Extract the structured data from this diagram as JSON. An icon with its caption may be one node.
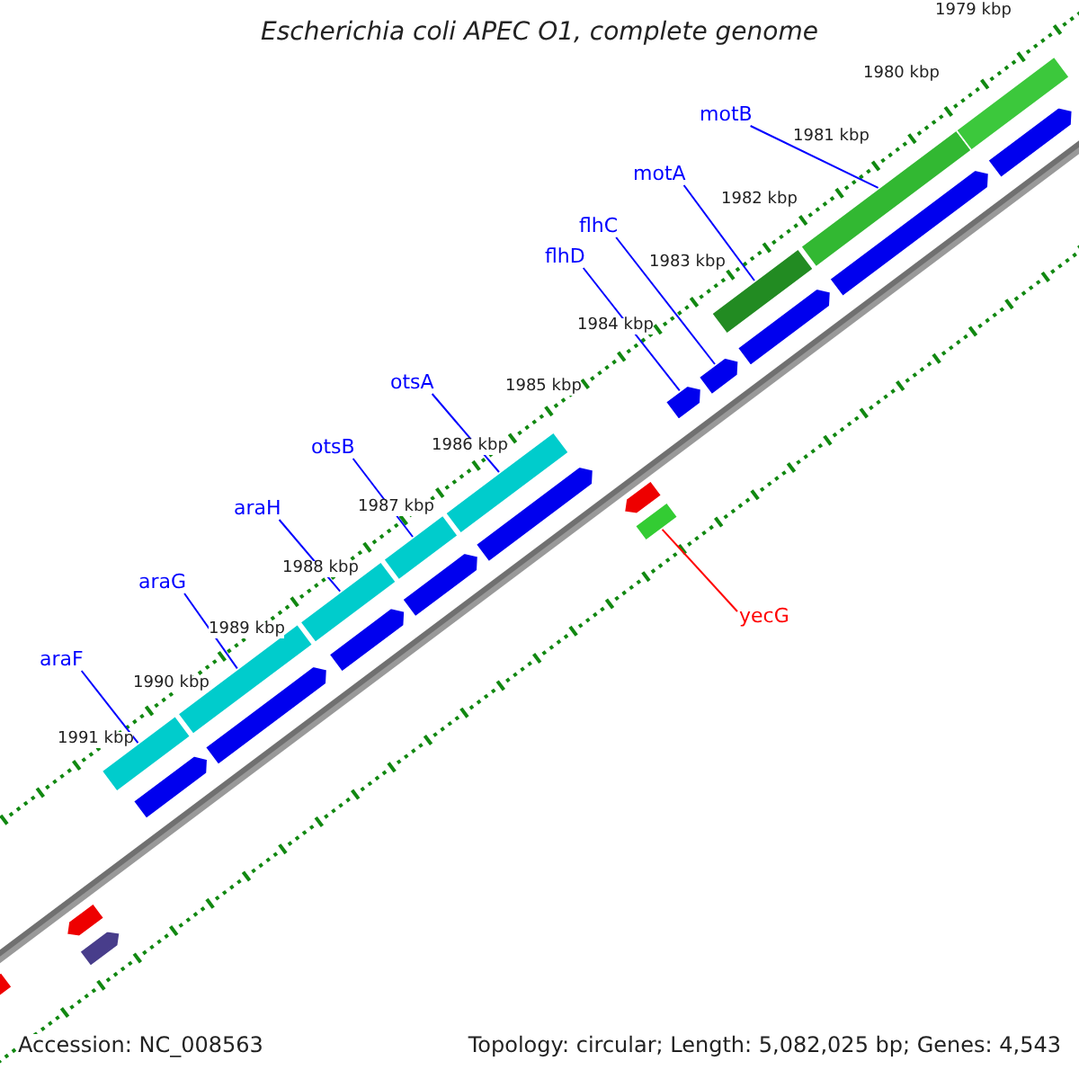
{
  "diagram": {
    "title": "Escherichia coli APEC O1, complete genome",
    "nodes": [
      {
        "text": [
          "motB"
        ]
      },
      {
        "text": [
          "motA"
        ]
      },
      {
        "text": [
          "flhC"
        ]
      },
      {
        "text": [
          "flhD"
        ]
      },
      {
        "text": [
          "otsA"
        ]
      },
      {
        "text": [
          "otsB"
        ]
      },
      {
        "text": [
          "araH"
        ]
      },
      {
        "text": [
          "araG"
        ]
      },
      {
        "text": [
          "araF"
        ]
      },
      {
        "text": [
          "yecG"
        ]
      },
      {
        "text": [],
        "shape": "bar"
      },
      {
        "text": [],
        "shape": "bar"
      },
      {
        "text": [],
        "shape": "bar"
      },
      {
        "text": [],
        "shape": "bar"
      },
      {
        "text": [],
        "shape": "bar"
      },
      {
        "text": [],
        "shape": "bar"
      },
      {
        "text": [],
        "shape": "bar"
      },
      {
        "text": [],
        "shape": "bar"
      },
      {
        "text": [],
        "shape": "bar"
      },
      {
        "text": [],
        "shape": "bar"
      },
      {
        "text": [],
        "shape": "bar"
      },
      {
        "text": [],
        "shape": "bar"
      },
      {
        "text": [],
        "shape": "bar"
      },
      {
        "text": [],
        "shape": "bar"
      },
      {
        "text": [],
        "shape": "bar"
      },
      {
        "text": [],
        "shape": "bar"
      },
      {
        "text": [],
        "shape": "bar"
      },
      {
        "text": [],
        "shape": "bar"
      },
      {
        "text": [],
        "shape": "bar"
      },
      {
        "text": [],
        "shape": "bar"
      },
      {
        "text": [],
        "shape": "bar"
      },
      {
        "text": [],
        "shape": "bar"
      },
      {
        "text": [],
        "shape": "bar"
      }
    ],
    "edges": [
      {
        "from": 0,
        "to": 10,
        "arrow": "none"
      },
      {
        "from": 1,
        "to": 11,
        "arrow": "none"
      },
      {
        "from": 2,
        "to": 12,
        "arrow": "none"
      },
      {
        "from": 3,
        "to": 13,
        "arrow": "none"
      },
      {
        "from": 4,
        "to": 14,
        "arrow": "none"
      },
      {
        "from": 5,
        "to": 15,
        "arrow": "none"
      },
      {
        "from": 6,
        "to": 16,
        "arrow": "none"
      },
      {
        "from": 7,
        "to": 17,
        "arrow": "none"
      },
      {
        "from": 8,
        "to": 18,
        "arrow": "none"
      },
      {
        "from": 9,
        "to": 19,
        "arrow": "none",
        "color": "#ff0000"
      }
    ],
    "labels": [
      "1979 kbp",
      "1980 kbp",
      "1981 kbp",
      "1982 kbp",
      "1983 kbp",
      "1984 kbp",
      "1985 kbp",
      "1986 kbp",
      "1987 kbp",
      "1988 kbp",
      "1989 kbp",
      "1990 kbp",
      "1991 kbp",
      "Accession: NC_008563",
      "Topology: circular; Length: 5,082,025 bp; Genes: 4,543"
    ]
  }
}
